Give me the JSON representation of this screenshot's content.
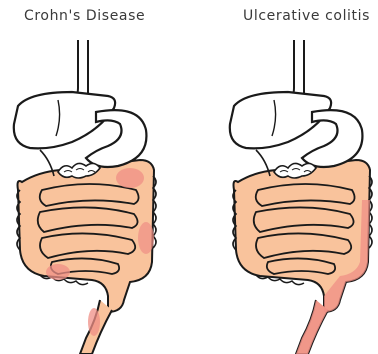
{
  "panels": [
    {
      "label": "Crohn's Disease",
      "condition": "crohns"
    },
    {
      "label": "Ulcerative colitis",
      "condition": "ulcerative-colitis"
    }
  ],
  "colors": {
    "outline": "#1a1a1a",
    "bowel_base": "#f9c39c",
    "bowel_fold": "#eaa57f",
    "inflamed": "#ef8f86",
    "organ": "#ffffff"
  }
}
